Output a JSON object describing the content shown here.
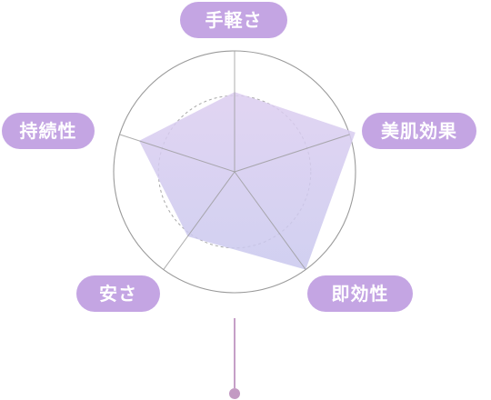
{
  "colors": {
    "label_bg": "#C4A5E3",
    "label_text": "#FFFFFF",
    "ring": "#9A9A9A",
    "ring_inner": "#A8A8A8",
    "spoke": "#9A9A9A",
    "area_top": "#DCCDF0",
    "area_bottom": "#C9C8EE",
    "stem": "#C59FC7",
    "dot": "#C39AC3"
  },
  "chart_data": {
    "type": "radar",
    "axes": [
      "手軽さ",
      "美肌効果",
      "即効性",
      "安さ",
      "持続性"
    ],
    "values": [
      0.66,
      1.05,
      1.0,
      0.66,
      0.83
    ],
    "rmax": 1.0,
    "ring_levels": [
      0.63,
      1.0
    ],
    "ring_styles": [
      "dashed",
      "solid"
    ],
    "grid": true
  }
}
